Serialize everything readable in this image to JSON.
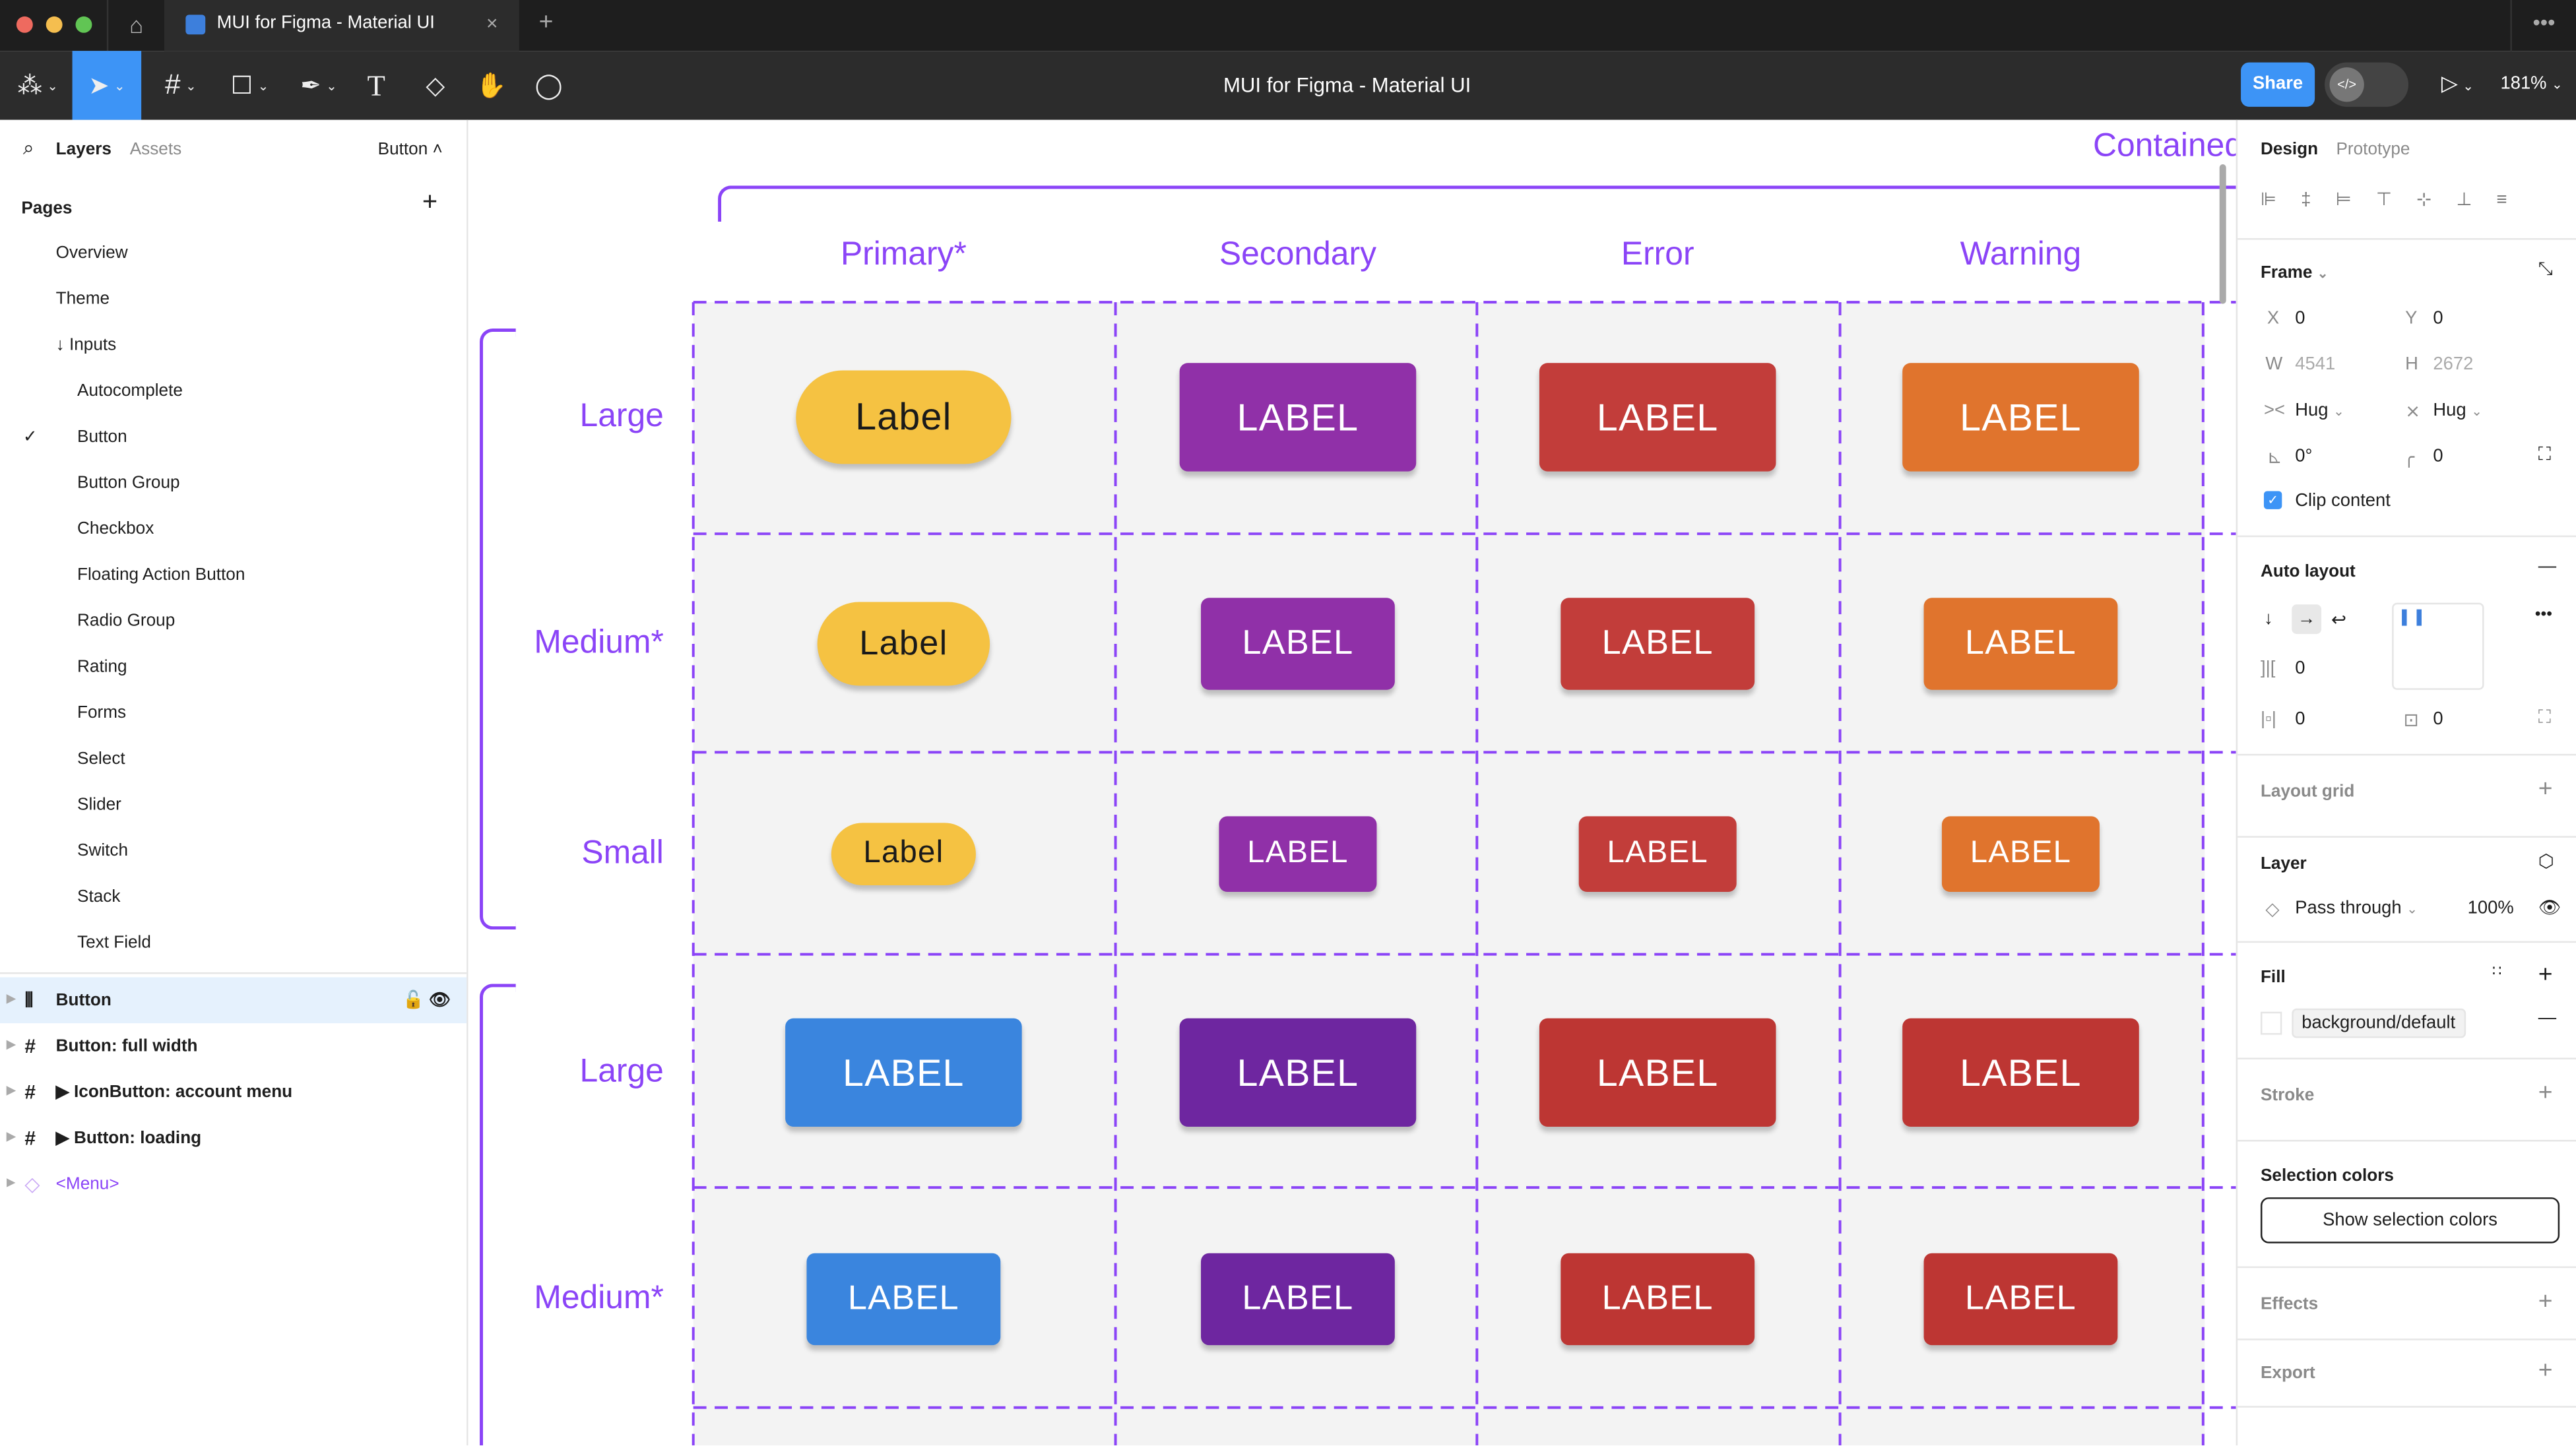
{
  "window": {
    "tab_title": "MUI for Figma - Material UI",
    "title": "MUI for Figma - Material UI"
  },
  "toolbar": {
    "share": "Share",
    "zoom": "181%",
    "dev_mode_icon": "code-icon"
  },
  "left_panel": {
    "tabs": {
      "layers": "Layers",
      "assets": "Assets"
    },
    "current_page": "Button",
    "pages_title": "Pages",
    "pages": [
      {
        "label": "Overview",
        "indent": 0
      },
      {
        "label": "Theme",
        "indent": 0
      },
      {
        "label": "↓ Inputs",
        "indent": 0
      },
      {
        "label": "Autocomplete",
        "indent": 1
      },
      {
        "label": "Button",
        "indent": 1,
        "current": true
      },
      {
        "label": "Button Group",
        "indent": 1
      },
      {
        "label": "Checkbox",
        "indent": 1
      },
      {
        "label": "Floating Action Button",
        "indent": 1
      },
      {
        "label": "Radio Group",
        "indent": 1
      },
      {
        "label": "Rating",
        "indent": 1
      },
      {
        "label": "Forms",
        "indent": 1
      },
      {
        "label": "Select",
        "indent": 1
      },
      {
        "label": "Slider",
        "indent": 1
      },
      {
        "label": "Switch",
        "indent": 1
      },
      {
        "label": "Stack",
        "indent": 1
      },
      {
        "label": "Text Field",
        "indent": 1
      }
    ],
    "layers": [
      {
        "label": "Button",
        "icon": "auto-layout",
        "selected": true
      },
      {
        "label": "Button: full width",
        "icon": "frame"
      },
      {
        "label": "▶ IconButton: account menu",
        "icon": "frame"
      },
      {
        "label": "▶ Button: loading",
        "icon": "frame"
      },
      {
        "label": "<Menu>",
        "icon": "component",
        "color": "#8b44f7"
      }
    ]
  },
  "canvas": {
    "section_title": "Contained",
    "columns": [
      "Primary*",
      "Secondary",
      "Error",
      "Warning"
    ],
    "rows": [
      {
        "label": "Large",
        "size": "large",
        "buttons": [
          {
            "text": "Label",
            "color": "#f5c242",
            "text_color": "#1a1a1a",
            "shape": "pill"
          },
          {
            "text": "LABEL",
            "color": "#9030a8",
            "text_color": "#ffffff"
          },
          {
            "text": "LABEL",
            "color": "#c23d3a",
            "text_color": "#ffffff"
          },
          {
            "text": "LABEL",
            "color": "#e0742d",
            "text_color": "#ffffff"
          }
        ]
      },
      {
        "label": "Medium*",
        "size": "medium",
        "buttons": [
          {
            "text": "Label",
            "color": "#f5c242",
            "text_color": "#1a1a1a",
            "shape": "pill"
          },
          {
            "text": "LABEL",
            "color": "#9030a8",
            "text_color": "#ffffff"
          },
          {
            "text": "LABEL",
            "color": "#c23d3a",
            "text_color": "#ffffff"
          },
          {
            "text": "LABEL",
            "color": "#e0742d",
            "text_color": "#ffffff"
          }
        ]
      },
      {
        "label": "Small",
        "size": "small",
        "buttons": [
          {
            "text": "Label",
            "color": "#f5c242",
            "text_color": "#1a1a1a",
            "shape": "pill"
          },
          {
            "text": "LABEL",
            "color": "#9030a8",
            "text_color": "#ffffff"
          },
          {
            "text": "LABEL",
            "color": "#c23d3a",
            "text_color": "#ffffff"
          },
          {
            "text": "LABEL",
            "color": "#e0742d",
            "text_color": "#ffffff"
          }
        ]
      },
      {
        "label": "Large",
        "size": "large",
        "buttons": [
          {
            "text": "LABEL",
            "color": "#3a85de",
            "text_color": "#ffffff"
          },
          {
            "text": "LABEL",
            "color": "#6e26a0",
            "text_color": "#ffffff"
          },
          {
            "text": "LABEL",
            "color": "#bd3633",
            "text_color": "#ffffff"
          },
          {
            "text": "LABEL",
            "color": "#bd3633",
            "text_color": "#ffffff"
          }
        ]
      },
      {
        "label": "Medium*",
        "size": "medium",
        "buttons": [
          {
            "text": "LABEL",
            "color": "#3a85de",
            "text_color": "#ffffff"
          },
          {
            "text": "LABEL",
            "color": "#6e26a0",
            "text_color": "#ffffff"
          },
          {
            "text": "LABEL",
            "color": "#bd3633",
            "text_color": "#ffffff"
          },
          {
            "text": "LABEL",
            "color": "#bd3633",
            "text_color": "#ffffff"
          }
        ]
      }
    ],
    "accent": "#8b44f7"
  },
  "right_panel": {
    "tabs": {
      "design": "Design",
      "prototype": "Prototype"
    },
    "frame": {
      "title": "Frame",
      "x_label": "X",
      "x": "0",
      "y_label": "Y",
      "y": "0",
      "w_label": "W",
      "w": "4541",
      "h_label": "H",
      "h": "2672",
      "width_mode": "Hug",
      "height_mode": "Hug",
      "rotation": "0°",
      "radius": "0",
      "clip_content": "Clip content",
      "clip_checked": true
    },
    "auto_layout": {
      "title": "Auto layout",
      "gap": "0",
      "padding_h": "0",
      "padding_v": "0"
    },
    "layout_grid": "Layout grid",
    "layer": {
      "title": "Layer",
      "blend": "Pass through",
      "opacity": "100%"
    },
    "fill": {
      "title": "Fill",
      "style": "background/default"
    },
    "stroke": "Stroke",
    "selection_colors": {
      "title": "Selection colors",
      "button": "Show selection colors"
    },
    "effects": "Effects",
    "export": "Export"
  }
}
